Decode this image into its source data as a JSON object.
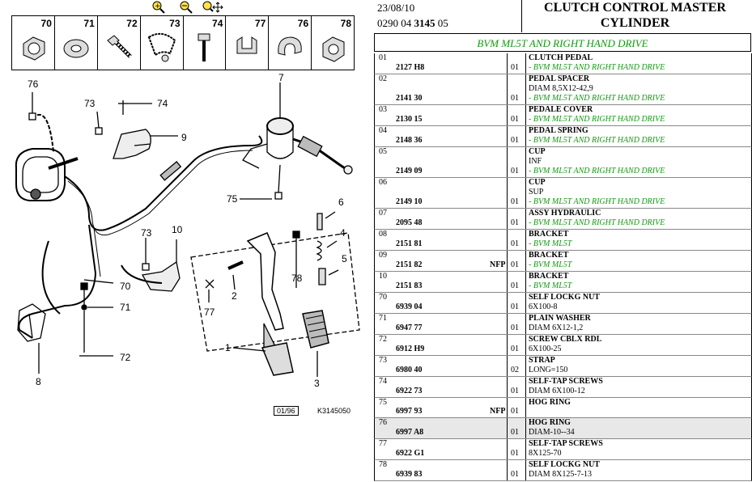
{
  "toolbar": {
    "zoom_in_icon": "zoom-in-icon",
    "zoom_out_icon": "zoom-out-icon",
    "zoom_move_icon": "zoom-move-icon"
  },
  "thumbnails": [
    {
      "num": "70"
    },
    {
      "num": "71"
    },
    {
      "num": "72"
    },
    {
      "num": "73"
    },
    {
      "num": "74"
    },
    {
      "num": "77"
    },
    {
      "num": "76"
    },
    {
      "num": "78"
    }
  ],
  "diagram": {
    "callouts": [
      "76",
      "73",
      "74",
      "9",
      "7",
      "6",
      "4",
      "5",
      "78",
      "10",
      "73",
      "75",
      "70",
      "71",
      "72",
      "8",
      "2",
      "77",
      "1",
      "3"
    ],
    "date_box": "01/96",
    "drawing_code": "K3145050"
  },
  "header": {
    "date": "23/08/10",
    "ref_prefix": "0290 04",
    "ref_bold": "3145",
    "ref_suffix": "05",
    "title_line1": "CLUTCH CONTROL MASTER",
    "title_line2": "CYLINDER"
  },
  "subtitle": "BVM ML5T AND RIGHT HAND DRIVE",
  "parts": [
    {
      "idx": "01",
      "ref": "2127 H8",
      "qty": "01",
      "name": "CLUTCH PEDAL",
      "lines": [],
      "notes": [
        "- BVM ML5T AND RIGHT HAND DRIVE"
      ],
      "nfp": ""
    },
    {
      "idx": "02",
      "ref": "2141 30",
      "qty": "01",
      "name": "PEDAL SPACER",
      "lines": [
        "DIAM 8,5X12-42,9"
      ],
      "notes": [
        "- BVM ML5T AND RIGHT HAND DRIVE"
      ],
      "nfp": ""
    },
    {
      "idx": "03",
      "ref": "2130 15",
      "qty": "01",
      "name": "PEDALE COVER",
      "lines": [],
      "notes": [
        "- BVM ML5T AND RIGHT HAND DRIVE"
      ],
      "nfp": ""
    },
    {
      "idx": "04",
      "ref": "2148 36",
      "qty": "01",
      "name": "PEDAL SPRING",
      "lines": [],
      "notes": [
        "- BVM ML5T AND RIGHT HAND DRIVE"
      ],
      "nfp": ""
    },
    {
      "idx": "05",
      "ref": "2149 09",
      "qty": "01",
      "name": "CUP",
      "lines": [
        "INF"
      ],
      "notes": [
        "- BVM ML5T AND RIGHT HAND DRIVE"
      ],
      "nfp": ""
    },
    {
      "idx": "06",
      "ref": "2149 10",
      "qty": "01",
      "name": "CUP",
      "lines": [
        "SUP"
      ],
      "notes": [
        "- BVM ML5T AND RIGHT HAND DRIVE"
      ],
      "nfp": ""
    },
    {
      "idx": "07",
      "ref": "2095 48",
      "qty": "01",
      "name": "ASSY HYDRAULIC",
      "lines": [],
      "notes": [
        "- BVM ML5T AND RIGHT HAND DRIVE"
      ],
      "nfp": ""
    },
    {
      "idx": "08",
      "ref": "2151 81",
      "qty": "01",
      "name": "BRACKET",
      "lines": [],
      "notes": [
        "- BVM ML5T"
      ],
      "nfp": ""
    },
    {
      "idx": "09",
      "ref": "2151 82",
      "qty": "01",
      "name": "BRACKET",
      "lines": [],
      "notes": [
        "- BVM ML5T"
      ],
      "nfp": "NFP"
    },
    {
      "idx": "10",
      "ref": "2151 83",
      "qty": "01",
      "name": "BRACKET",
      "lines": [],
      "notes": [
        "- BVM ML5T"
      ],
      "nfp": ""
    },
    {
      "idx": "70",
      "ref": "6939 04",
      "qty": "01",
      "name": "SELF LOCKG NUT",
      "lines": [
        "6X100-8"
      ],
      "notes": [],
      "nfp": ""
    },
    {
      "idx": "71",
      "ref": "6947 77",
      "qty": "01",
      "name": "PLAIN WASHER",
      "lines": [
        "DIAM 6X12-1,2"
      ],
      "notes": [],
      "nfp": ""
    },
    {
      "idx": "72",
      "ref": "6912 H9",
      "qty": "01",
      "name": "SCREW CBLX RDL",
      "lines": [
        "6X100-25"
      ],
      "notes": [],
      "nfp": ""
    },
    {
      "idx": "73",
      "ref": "6980 40",
      "qty": "02",
      "name": "STRAP",
      "lines": [
        "LONG=150"
      ],
      "notes": [],
      "nfp": ""
    },
    {
      "idx": "74",
      "ref": "6922 73",
      "qty": "01",
      "name": "SELF-TAP SCREWS",
      "lines": [
        "DIAM 6X100-12"
      ],
      "notes": [],
      "nfp": ""
    },
    {
      "idx": "75",
      "ref": "6997 93",
      "qty": "01",
      "name": "HOG RING",
      "lines": [],
      "notes": [],
      "nfp": "NFP"
    },
    {
      "idx": "76",
      "ref": "6997 A8",
      "qty": "01",
      "name": "HOG RING",
      "lines": [
        "DIAM-10--34"
      ],
      "notes": [],
      "nfp": "",
      "highlight": true
    },
    {
      "idx": "77",
      "ref": "6922 G1",
      "qty": "01",
      "name": "SELF-TAP SCREWS",
      "lines": [
        "8X125-70"
      ],
      "notes": [],
      "nfp": ""
    },
    {
      "idx": "78",
      "ref": "6939 83",
      "qty": "01",
      "name": "SELF LOCKG NUT",
      "lines": [
        "DIAM 8X125-7-13"
      ],
      "notes": [],
      "nfp": ""
    }
  ]
}
